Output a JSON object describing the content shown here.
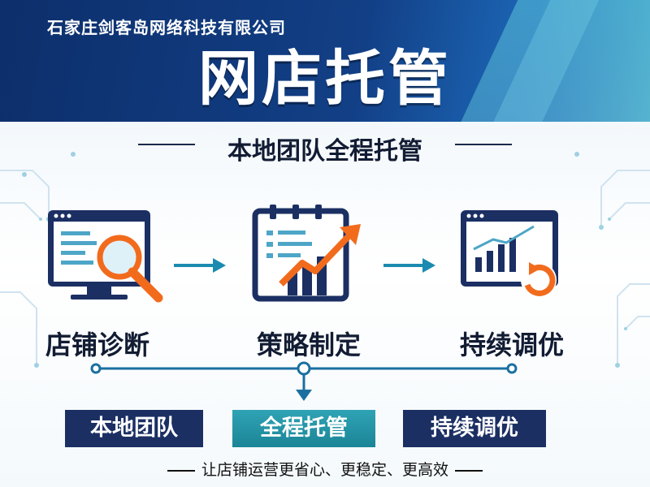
{
  "header": {
    "company": "石家庄剑客岛网络科技有限公司",
    "title": "网店托管",
    "subtitle": "本地团队全程托管"
  },
  "steps": [
    {
      "label": "店铺诊断",
      "icon": "monitor-magnifier-icon"
    },
    {
      "label": "策略制定",
      "icon": "chart-clipboard-icon"
    },
    {
      "label": "持续调优",
      "icon": "monitor-chart-refresh-icon"
    }
  ],
  "boxes": [
    {
      "label": "本地团队"
    },
    {
      "label": "全程托管"
    },
    {
      "label": "持续调优"
    }
  ],
  "slogan": "让店铺运营更省心、更稳定、更高效",
  "colors": {
    "navy": "#1b2f63",
    "teal": "#2fa3b4",
    "orange": "#f26b1d",
    "banner_blue": "#123f86"
  }
}
